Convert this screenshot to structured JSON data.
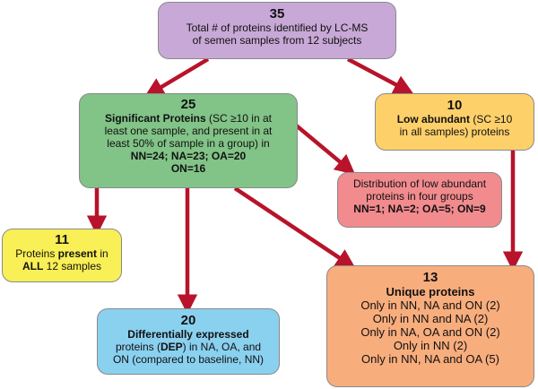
{
  "colors": {
    "arrow": "#b8132a",
    "total_box": "#c8a8d6",
    "significant_box": "#82c387",
    "low_box": "#fdd06a",
    "distribution_box": "#f28b8e",
    "all_samples_box": "#f9ef56",
    "dep_box": "#8ad0ef",
    "unique_box": "#f8ad7d"
  },
  "total": {
    "number": "35",
    "line1": "Total # of proteins identified by LC-MS",
    "line2": "of semen samples from 12 subjects"
  },
  "significant": {
    "number": "25",
    "line1_bold": "Significant Proteins",
    "line1_rest": " (SC ≥10 in at",
    "line2": "least one sample, and present in at",
    "line3": "least 50% of sample in a group) in",
    "line4": "NN=24; NA=23; OA=20",
    "line5": "ON=16"
  },
  "low": {
    "number": "10",
    "line1_bold": "Low abundant",
    "line1_rest": " (SC ≥10",
    "line2": "in all samples) proteins"
  },
  "distribution": {
    "line1": "Distribution of low abundant",
    "line2": "proteins in four groups",
    "line3": "NN=1; NA=2; OA=5; ON=9"
  },
  "all_samples": {
    "number": "11",
    "line1_a": "Proteins ",
    "line1_bold": "present",
    "line1_b": " in",
    "line2_bold": "ALL",
    "line2_rest": " 12 samples"
  },
  "dep": {
    "number": "20",
    "line1": "Differentially expressed",
    "line2_a": "proteins (",
    "line2_bold": "DEP",
    "line2_b": ") in NA, OA, and",
    "line3": "ON (compared to baseline, NN)"
  },
  "unique": {
    "number": "13",
    "title": "Unique proteins",
    "items": [
      "Only in NN, NA and ON (2)",
      "Only in NN and NA (2)",
      "Only in NA, OA and ON (2)",
      "Only in NN (2)",
      "Only in NN, NA and OA  (5)"
    ]
  }
}
